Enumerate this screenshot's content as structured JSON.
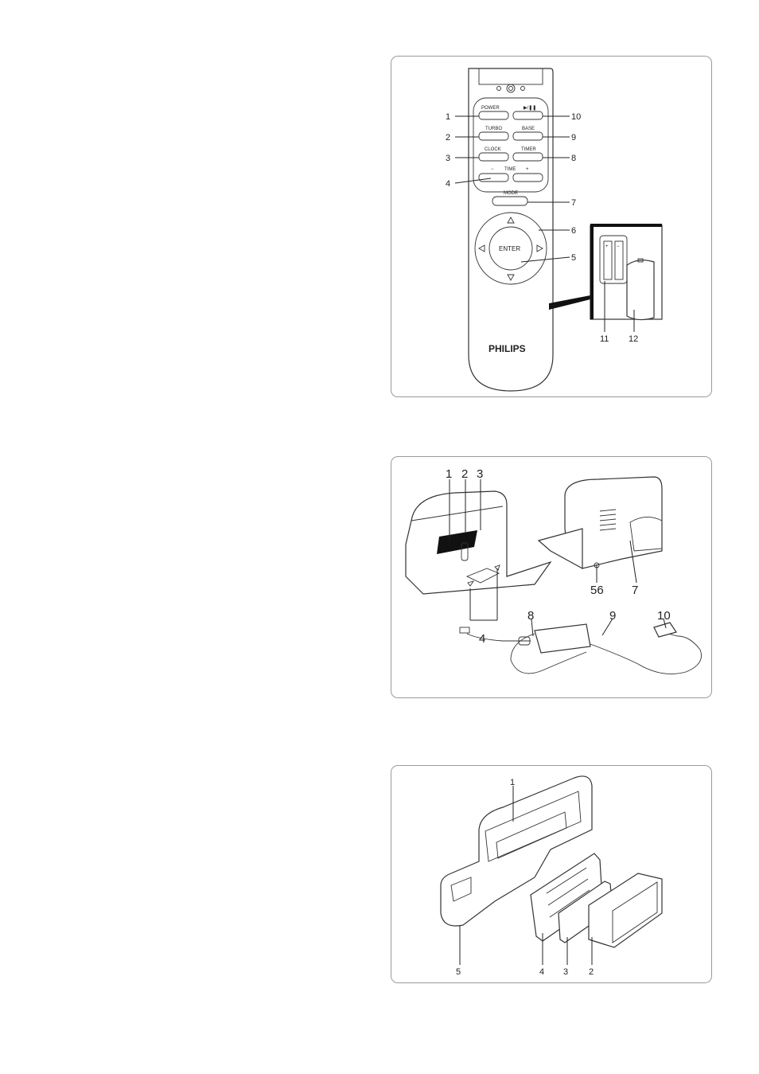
{
  "remote_panel": {
    "callouts": {
      "c1": "1",
      "c2": "2",
      "c3": "3",
      "c4": "4",
      "c5": "5",
      "c6": "6",
      "c7": "7",
      "c8": "8",
      "c9": "9",
      "c10": "10",
      "c11": "11",
      "c12": "12"
    },
    "buttons": {
      "power": "POWER",
      "play_pause": "▶/❚❚",
      "turbo": "TURBO",
      "base": "BASE",
      "clock": "CLOCK",
      "timer": "TIMER",
      "time": "TIME",
      "minus": "−",
      "plus": "+",
      "mode": "MODE",
      "enter": "ENTER"
    },
    "brand": "PHILIPS",
    "battery_plus": "+",
    "battery_minus": "−"
  },
  "dock_panel": {
    "callouts": {
      "c1": "1",
      "c2": "2",
      "c3": "3",
      "c4": "4",
      "c5_6": "56",
      "c7": "7",
      "c8": "8",
      "c9": "9",
      "c10": "10"
    }
  },
  "bin_panel": {
    "callouts": {
      "c1": "1",
      "c2": "2",
      "c3": "3",
      "c4": "4",
      "c5": "5"
    }
  }
}
